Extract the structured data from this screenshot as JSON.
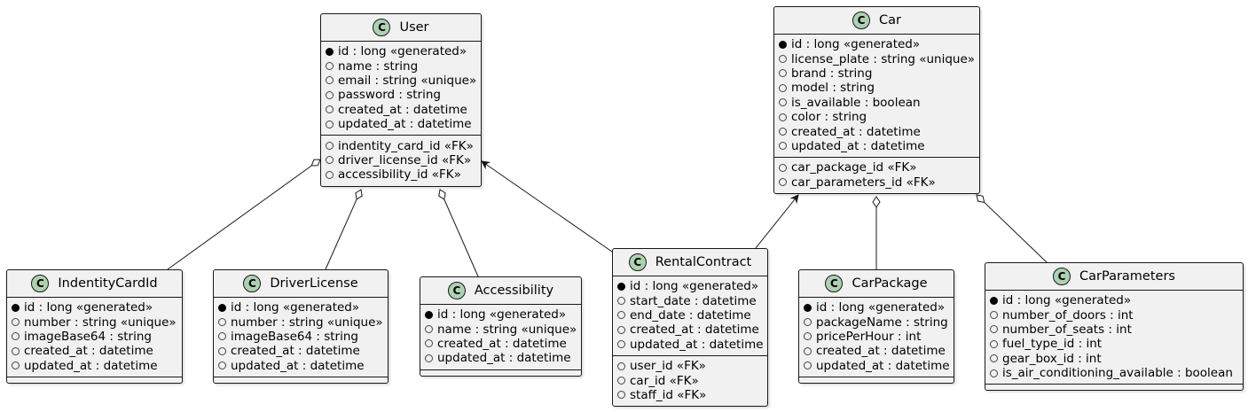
{
  "classes": {
    "user": {
      "name": "User",
      "stereotype": "C",
      "fields": [
        {
          "vis": "pk",
          "text": "id : long «generated»"
        },
        {
          "vis": "pub",
          "text": "name : string"
        },
        {
          "vis": "pub",
          "text": "email : string «unique»"
        },
        {
          "vis": "pub",
          "text": "password : string"
        },
        {
          "vis": "pub",
          "text": "created_at : datetime"
        },
        {
          "vis": "pub",
          "text": "updated_at : datetime"
        }
      ],
      "refs": [
        {
          "vis": "pub",
          "text": "indentity_card_id «FK»"
        },
        {
          "vis": "pub",
          "text": "driver_license_id «FK»"
        },
        {
          "vis": "pub",
          "text": "accessibility_id «FK»"
        }
      ]
    },
    "car": {
      "name": "Car",
      "stereotype": "C",
      "fields": [
        {
          "vis": "pk",
          "text": "id : long «generated»"
        },
        {
          "vis": "pub",
          "text": "license_plate : string «unique»"
        },
        {
          "vis": "pub",
          "text": "brand : string"
        },
        {
          "vis": "pub",
          "text": "model : string"
        },
        {
          "vis": "pub",
          "text": "is_available : boolean"
        },
        {
          "vis": "pub",
          "text": "color : string"
        },
        {
          "vis": "pub",
          "text": "created_at : datetime"
        },
        {
          "vis": "pub",
          "text": "updated_at : datetime"
        }
      ],
      "refs": [
        {
          "vis": "pub",
          "text": "car_package_id «FK»"
        },
        {
          "vis": "pub",
          "text": "car_parameters_id «FK»"
        }
      ]
    },
    "identitycard": {
      "name": "IndentityCardId",
      "stereotype": "C",
      "fields": [
        {
          "vis": "pk",
          "text": "id : long «generated»"
        },
        {
          "vis": "pub",
          "text": "number : string «unique»"
        },
        {
          "vis": "pub",
          "text": "imageBase64 : string"
        },
        {
          "vis": "pub",
          "text": "created_at : datetime"
        },
        {
          "vis": "pub",
          "text": "updated_at : datetime"
        }
      ],
      "refs": []
    },
    "driverlicense": {
      "name": "DriverLicense",
      "stereotype": "C",
      "fields": [
        {
          "vis": "pk",
          "text": "id : long «generated»"
        },
        {
          "vis": "pub",
          "text": "number : string «unique»"
        },
        {
          "vis": "pub",
          "text": "imageBase64 : string"
        },
        {
          "vis": "pub",
          "text": "created_at : datetime"
        },
        {
          "vis": "pub",
          "text": "updated_at : datetime"
        }
      ],
      "refs": []
    },
    "accessibility": {
      "name": "Accessibility",
      "stereotype": "C",
      "fields": [
        {
          "vis": "pk",
          "text": "id : long «generated»"
        },
        {
          "vis": "pub",
          "text": "name : string «unique»"
        },
        {
          "vis": "pub",
          "text": "created_at : datetime"
        },
        {
          "vis": "pub",
          "text": "updated_at : datetime"
        }
      ],
      "refs": []
    },
    "rentalcontract": {
      "name": "RentalContract",
      "stereotype": "C",
      "fields": [
        {
          "vis": "pk",
          "text": "id : long «generated»"
        },
        {
          "vis": "pub",
          "text": "start_date : datetime"
        },
        {
          "vis": "pub",
          "text": "end_date : datetime"
        },
        {
          "vis": "pub",
          "text": "created_at : datetime"
        },
        {
          "vis": "pub",
          "text": "updated_at : datetime"
        }
      ],
      "refs": [
        {
          "vis": "pub",
          "text": "user_id «FK»"
        },
        {
          "vis": "pub",
          "text": "car_id «FK»"
        },
        {
          "vis": "pub",
          "text": "staff_id «FK»"
        }
      ]
    },
    "carpackage": {
      "name": "CarPackage",
      "stereotype": "C",
      "fields": [
        {
          "vis": "pk",
          "text": "id : long «generated»"
        },
        {
          "vis": "pub",
          "text": "packageName : string"
        },
        {
          "vis": "pub",
          "text": "pricePerHour : int"
        },
        {
          "vis": "pub",
          "text": "created_at : datetime"
        },
        {
          "vis": "pub",
          "text": "updated_at : datetime"
        }
      ],
      "refs": []
    },
    "carparameters": {
      "name": "CarParameters",
      "stereotype": "C",
      "fields": [
        {
          "vis": "pk",
          "text": "id : long «generated»"
        },
        {
          "vis": "pub",
          "text": "number_of_doors : int"
        },
        {
          "vis": "pub",
          "text": "number_of_seats : int"
        },
        {
          "vis": "pub",
          "text": "fuel_type_id : int"
        },
        {
          "vis": "pub",
          "text": "gear_box_id : int"
        },
        {
          "vis": "pub",
          "text": "is_air_conditioning_available : boolean"
        }
      ],
      "refs": []
    }
  },
  "relations": [
    {
      "from": "user",
      "to": "identitycard",
      "kind": "aggregation"
    },
    {
      "from": "user",
      "to": "driverlicense",
      "kind": "aggregation"
    },
    {
      "from": "user",
      "to": "accessibility",
      "kind": "aggregation"
    },
    {
      "from": "rentalcontract",
      "to": "user",
      "kind": "association-arrow"
    },
    {
      "from": "rentalcontract",
      "to": "car",
      "kind": "association-arrow"
    },
    {
      "from": "car",
      "to": "carpackage",
      "kind": "aggregation"
    },
    {
      "from": "car",
      "to": "carparameters",
      "kind": "aggregation"
    }
  ],
  "colors": {
    "class_fill": "#f1f1f1",
    "class_border": "#181818",
    "stereotype_circle": "#add1b2",
    "edge": "#181818"
  }
}
